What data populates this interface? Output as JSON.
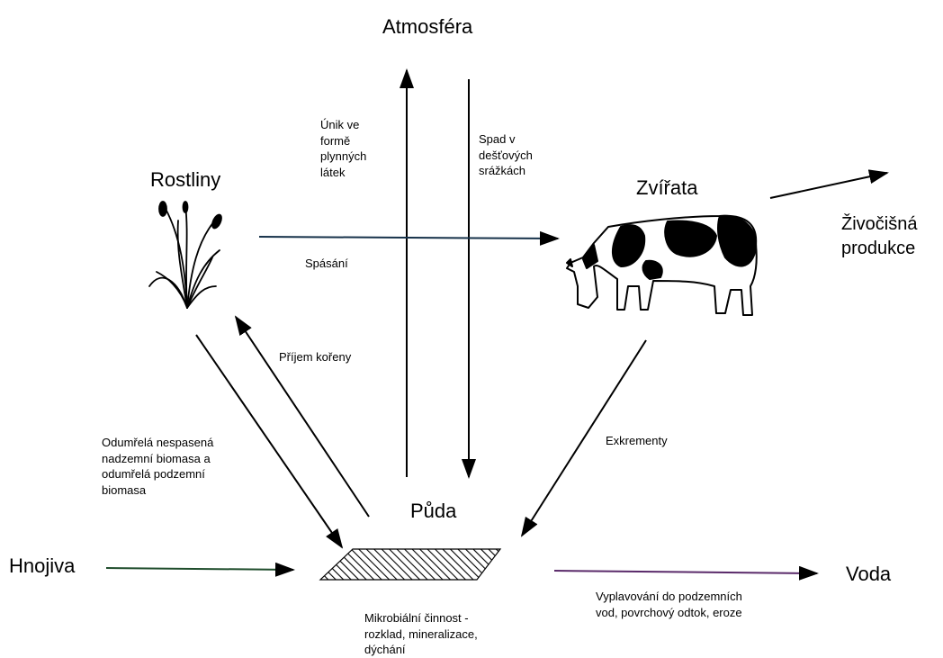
{
  "nodes": {
    "atmosphere": "Atmosféra",
    "plants": "Rostliny",
    "animals": "Zvířata",
    "animal_production": "Živočišná\nprodukce",
    "soil": "Půda",
    "fertilizers": "Hnojiva",
    "water": "Voda"
  },
  "edges": {
    "gas_escape": "Únik ve\nformě\nplynných\nlátek",
    "rain_deposition": "Spad v\ndešťových\nsrážkách",
    "grazing": "Spásání",
    "root_uptake": "Příjem kořeny",
    "dead_biomass": "Odumřelá nespasená\nnadzemní biomasa a\nodumřelá podzemní\nbiomasa",
    "excrements": "Exkrementy",
    "leaching": "Vyplavování do podzemních\nvod, povrchový odtok, eroze",
    "microbial": "Mikrobiální činnost -\nrozklad, mineralizace,\ndýchání"
  },
  "colors": {
    "arrow": "#000000",
    "grazing_arrow": "#16324a",
    "fertilizer_arrow": "#1f4d2c",
    "water_arrow": "#5a2a6a"
  }
}
